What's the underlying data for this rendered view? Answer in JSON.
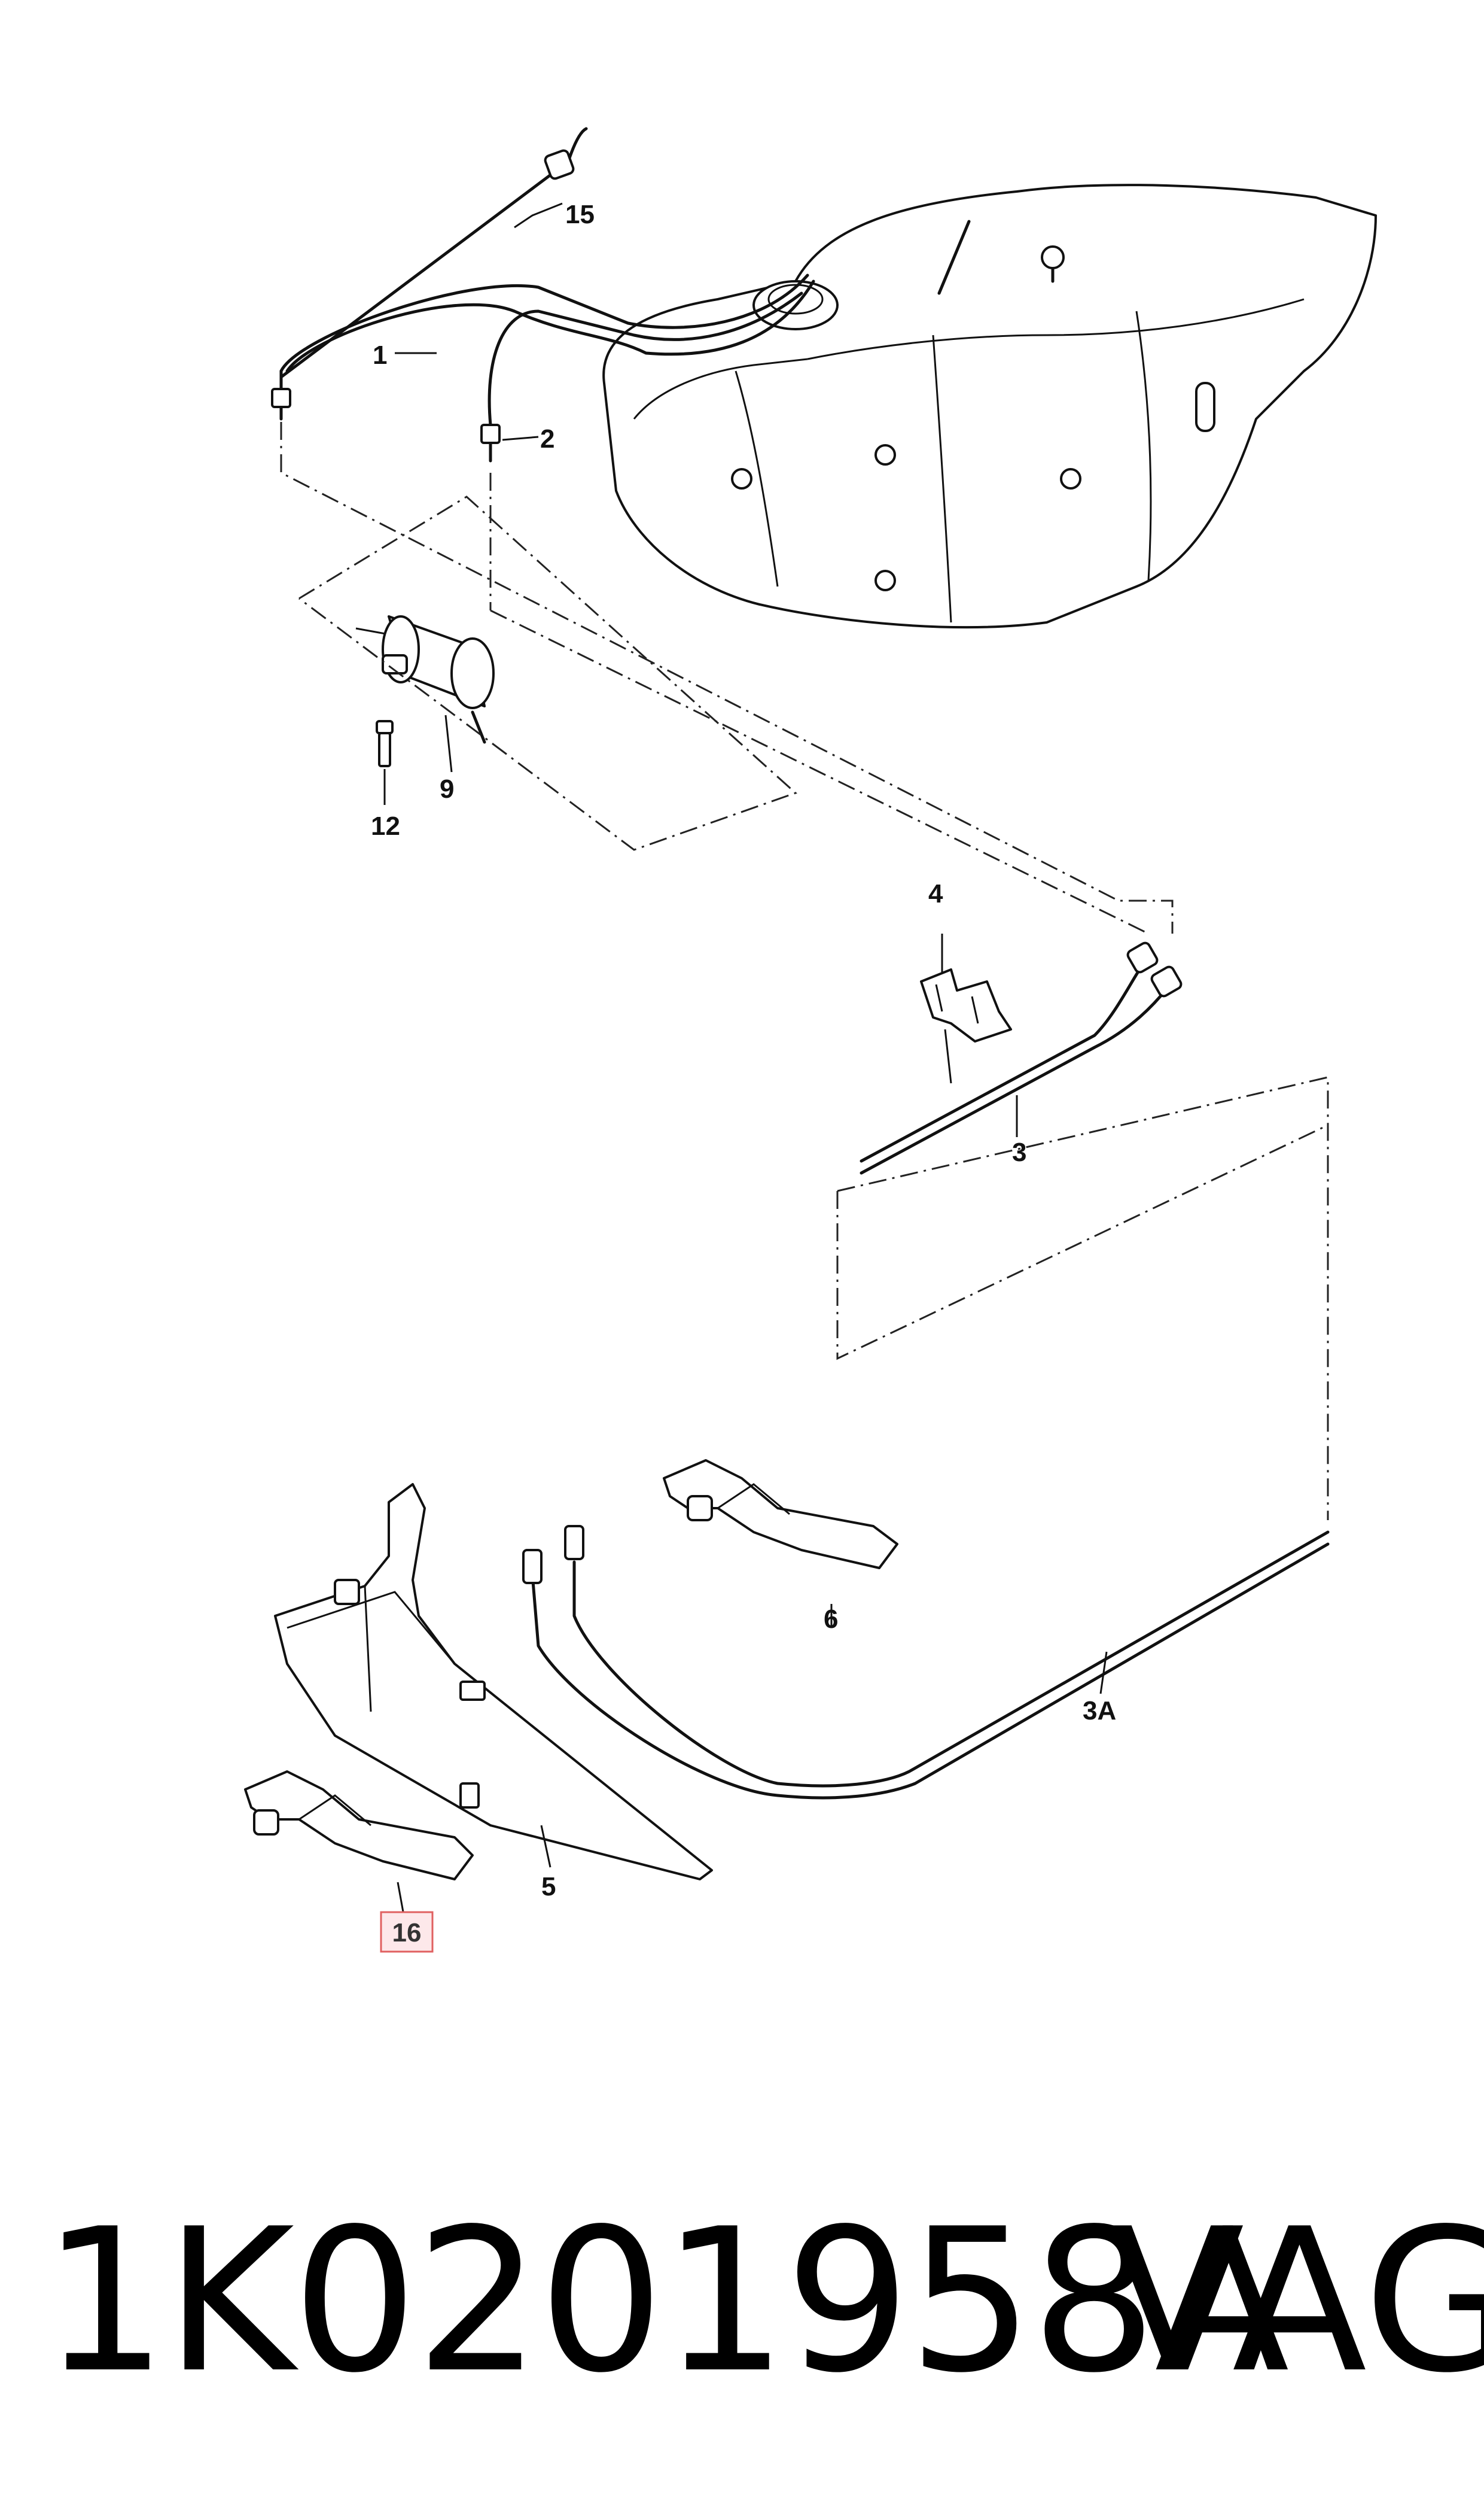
{
  "callouts": {
    "c1": "1",
    "c2": "2",
    "c3": "3",
    "c3a": "3A",
    "c4": "4",
    "c5": "5",
    "c6": "6",
    "c9": "9",
    "c12": "12",
    "c15": "15",
    "c16": "16"
  },
  "highlight": {
    "callout": "16",
    "border_color": "#e06060",
    "fill_color": "#fde8ea"
  },
  "footer": {
    "part_number": "1K0201958A",
    "brand": "VAG"
  }
}
